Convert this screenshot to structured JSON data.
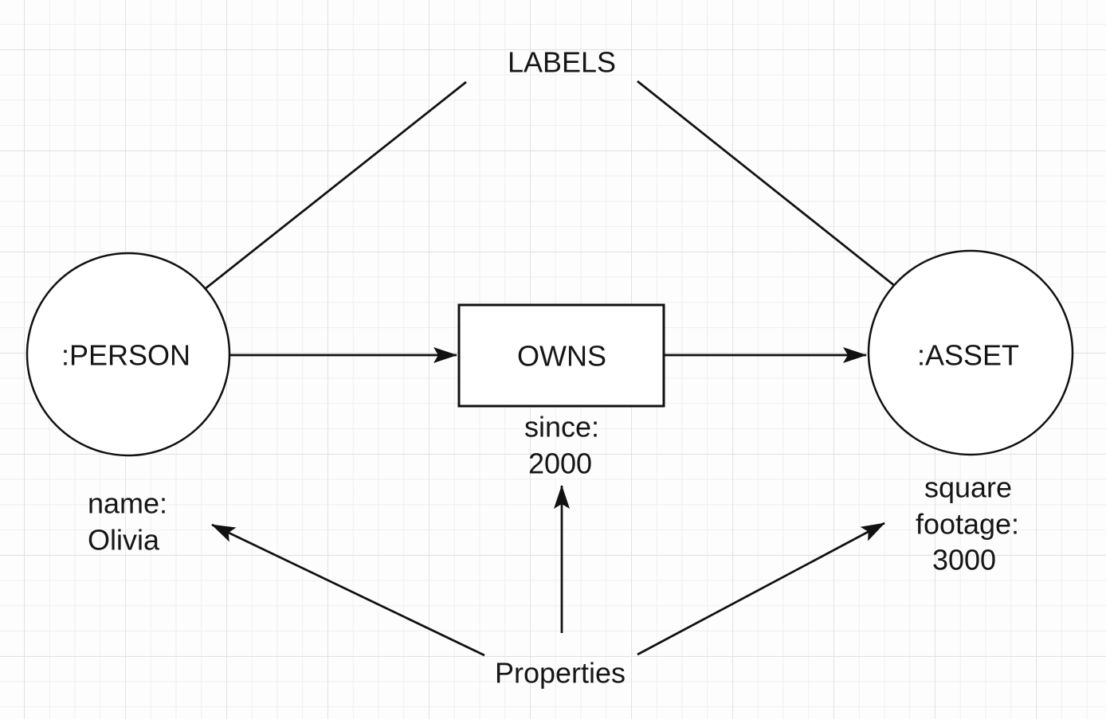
{
  "diagram": {
    "title_annotations": {
      "labels": "LABELS",
      "properties": "Properties"
    },
    "nodes": {
      "person": {
        "label": ":PERSON",
        "properties": [
          "name:",
          "Olivia"
        ]
      },
      "asset": {
        "label": ":ASSET",
        "properties": [
          "square",
          "footage:",
          "3000"
        ]
      }
    },
    "relationship": {
      "label": "OWNS",
      "properties": [
        "since:",
        "2000"
      ]
    },
    "edges": [
      "labels-to-person",
      "labels-to-asset",
      "person-to-owns",
      "owns-to-asset",
      "properties-to-name",
      "properties-to-since",
      "properties-to-square-footage"
    ],
    "colors": {
      "stroke": "#111111",
      "shape_fill": "#ffffff",
      "text": "#161616",
      "background": "#fdfdfd",
      "grid_minor": "#efefef",
      "grid_major": "#e2e2e2"
    }
  }
}
